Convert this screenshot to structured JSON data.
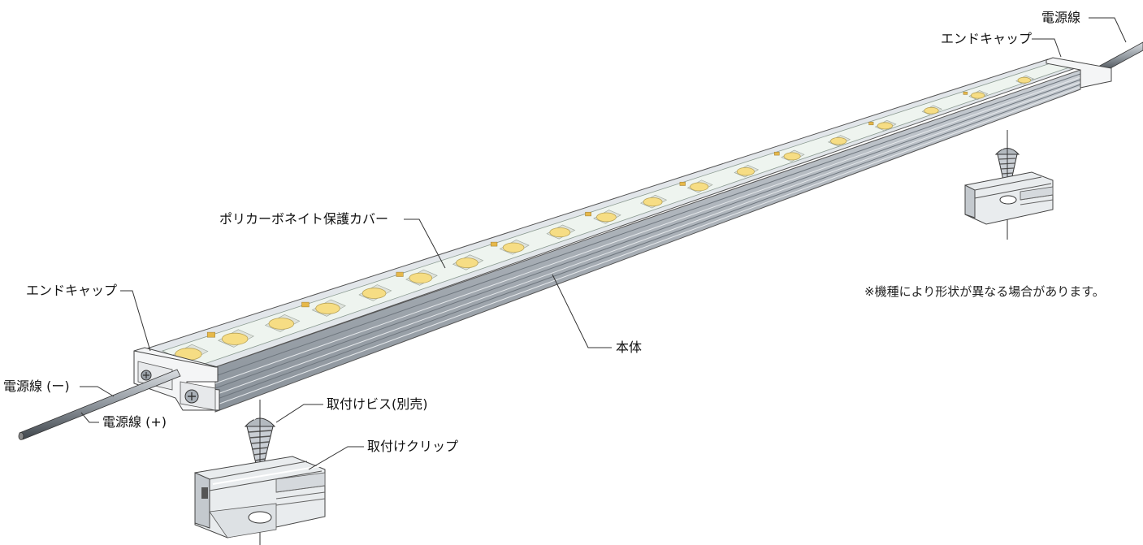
{
  "labels": {
    "power_wire_top": "電源線",
    "end_cap_right": "エンドキャップ",
    "polycarbonate_cover": "ポリカーボネイト保護カバー",
    "end_cap_left": "エンドキャップ",
    "body": "本体",
    "power_wire_minus": "電源線 (ー)",
    "power_wire_plus": "電源線 (+)",
    "mounting_screw": "取付けビス(別売)",
    "mounting_clip": "取付けクリップ"
  },
  "note": "※機種により形状が異なる場合があります。",
  "colors": {
    "led": "#f6dd84",
    "led_chip_edge": "#b9a458",
    "pcb": "#eef4ef",
    "aluminum_top": "#e2e6ea",
    "aluminum_side": "#a9b0b8",
    "aluminum_dark": "#7f8790",
    "line": "#333333"
  }
}
